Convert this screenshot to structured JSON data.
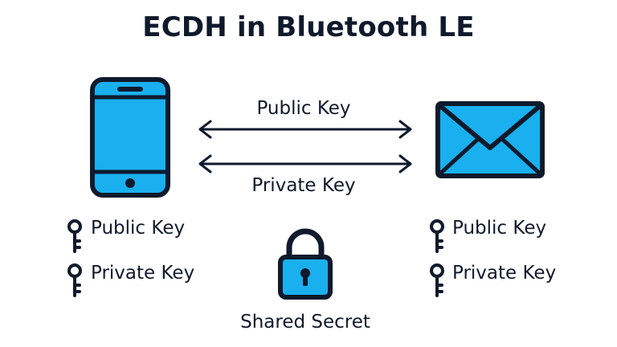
{
  "title": "ECDH in Bluetooth LE",
  "exchange": {
    "top_label": "Public Key",
    "bottom_label": "Private Key"
  },
  "left_device": {
    "icon": "smartphone-icon",
    "keys": [
      {
        "icon": "key-icon",
        "label": "Public Key"
      },
      {
        "icon": "key-icon",
        "label": "Private Key"
      }
    ]
  },
  "right_device": {
    "icon": "envelope-icon",
    "keys": [
      {
        "icon": "key-icon",
        "label": "Public Key"
      },
      {
        "icon": "key-icon",
        "label": "Private Key"
      }
    ]
  },
  "shared": {
    "icon": "padlock-icon",
    "label": "Shared Secret"
  },
  "colors": {
    "accent": "#1ab0ef",
    "ink": "#0f1a2c"
  }
}
